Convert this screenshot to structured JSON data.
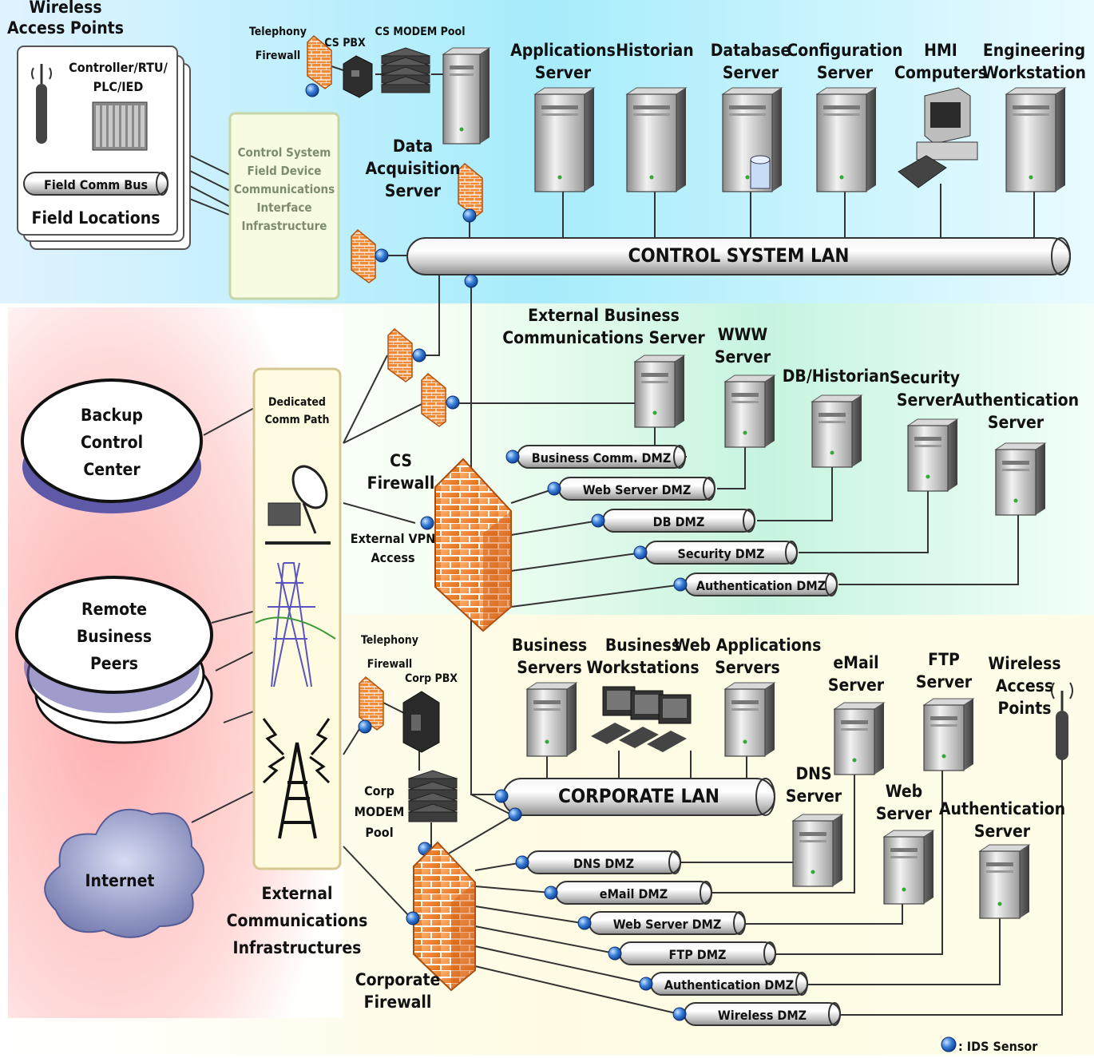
{
  "field": {
    "wireless_title": [
      "Wireless",
      "Access Points"
    ],
    "controller": [
      "Controller/RTU/",
      "PLC/IED"
    ],
    "field_bus": "Field Comm Bus",
    "locations": "Field Locations"
  },
  "interface_box": [
    "Control System",
    "Field Device",
    "Communications",
    "Interface",
    "Infrastructure"
  ],
  "top": {
    "telephony_firewall": [
      "Telephony",
      "Firewall"
    ],
    "cs_pbx": "CS PBX",
    "cs_modem_pool": "CS MODEM Pool",
    "data_acq": [
      "Data",
      "Acquisition",
      "Server"
    ],
    "servers": [
      {
        "label": [
          "Applications",
          "Server"
        ]
      },
      {
        "label": [
          "Historian"
        ]
      },
      {
        "label": [
          "Database",
          "Server"
        ]
      },
      {
        "label": [
          "Configuration",
          "Server"
        ]
      },
      {
        "label": [
          "HMI",
          "Computers"
        ]
      },
      {
        "label": [
          "Engineering",
          "Workstation"
        ]
      }
    ],
    "lan": "CONTROL SYSTEM LAN"
  },
  "middle": {
    "servers": [
      {
        "label": [
          "External Business",
          "Communications Server"
        ]
      },
      {
        "label": [
          "WWW",
          "Server"
        ]
      },
      {
        "label": [
          "DB/Historian"
        ]
      },
      {
        "label": [
          "Security",
          "Server"
        ]
      },
      {
        "label": [
          "Authentication",
          "Server"
        ]
      }
    ],
    "cs_firewall": [
      "CS",
      "Firewall"
    ],
    "vpn": [
      "External VPN",
      "Access"
    ],
    "dmzs": [
      "Business Comm. DMZ",
      "Web Server DMZ",
      "DB DMZ",
      "Security DMZ",
      "Authentication DMZ"
    ]
  },
  "external": {
    "dedicated": [
      "Dedicated",
      "Comm Path"
    ],
    "backup": [
      "Backup",
      "Control",
      "Center"
    ],
    "remote": [
      "Remote",
      "Business",
      "Peers"
    ],
    "internet": "Internet",
    "title": [
      "External",
      "Communications",
      "Infrastructures"
    ]
  },
  "corporate": {
    "telephony_firewall": [
      "Telephony",
      "Firewall"
    ],
    "corp_pbx": "Corp PBX",
    "corp_modem": [
      "Corp",
      "MODEM",
      "Pool"
    ],
    "servers": [
      {
        "label": [
          "Business",
          "Servers"
        ]
      },
      {
        "label": [
          "Business",
          "Workstations"
        ]
      },
      {
        "label": [
          "Web Applications",
          "Servers"
        ]
      },
      {
        "label": [
          "eMail",
          "Server"
        ]
      },
      {
        "label": [
          "FTP",
          "Server"
        ]
      },
      {
        "label": [
          "Wireless",
          "Access",
          "Points"
        ]
      },
      {
        "label": [
          "DNS",
          "Server"
        ]
      },
      {
        "label": [
          "Web",
          "Server"
        ]
      },
      {
        "label": [
          "Authentication",
          "Server"
        ]
      }
    ],
    "lan": "CORPORATE LAN",
    "firewall": [
      "Corporate",
      "Firewall"
    ],
    "dmzs": [
      "DNS DMZ",
      "eMail DMZ",
      "Web Server DMZ",
      "FTP DMZ",
      "Authentication DMZ",
      "Wireless DMZ"
    ]
  },
  "legend": ": IDS Sensor"
}
